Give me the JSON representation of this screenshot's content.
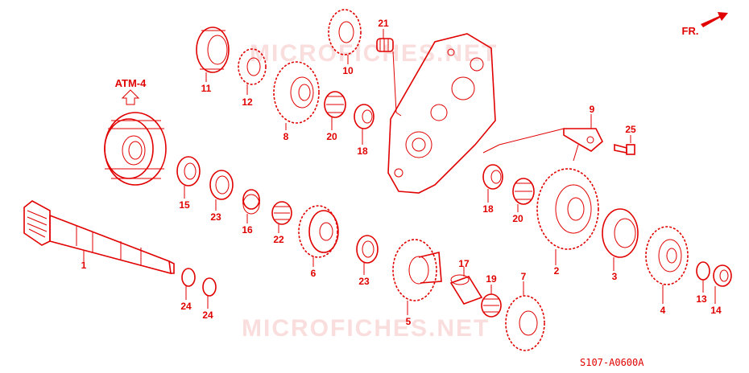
{
  "diagram": {
    "watermarks": [
      "MICROFICHES.NET",
      "MICROFICHES.NET"
    ],
    "reference_label": "ATM-4",
    "front_label": "FR.",
    "drawing_code": "S107-A0600A",
    "callouts": [
      "1",
      "2",
      "3",
      "4",
      "5",
      "6",
      "7",
      "8",
      "9",
      "10",
      "11",
      "12",
      "13",
      "14",
      "15",
      "16",
      "17",
      "18",
      "18",
      "19",
      "20",
      "20",
      "21",
      "22",
      "23",
      "23",
      "24",
      "24",
      "25"
    ]
  },
  "colors": {
    "ink": "#e10000",
    "watermark": "#f7c8c8",
    "background": "#ffffff"
  }
}
